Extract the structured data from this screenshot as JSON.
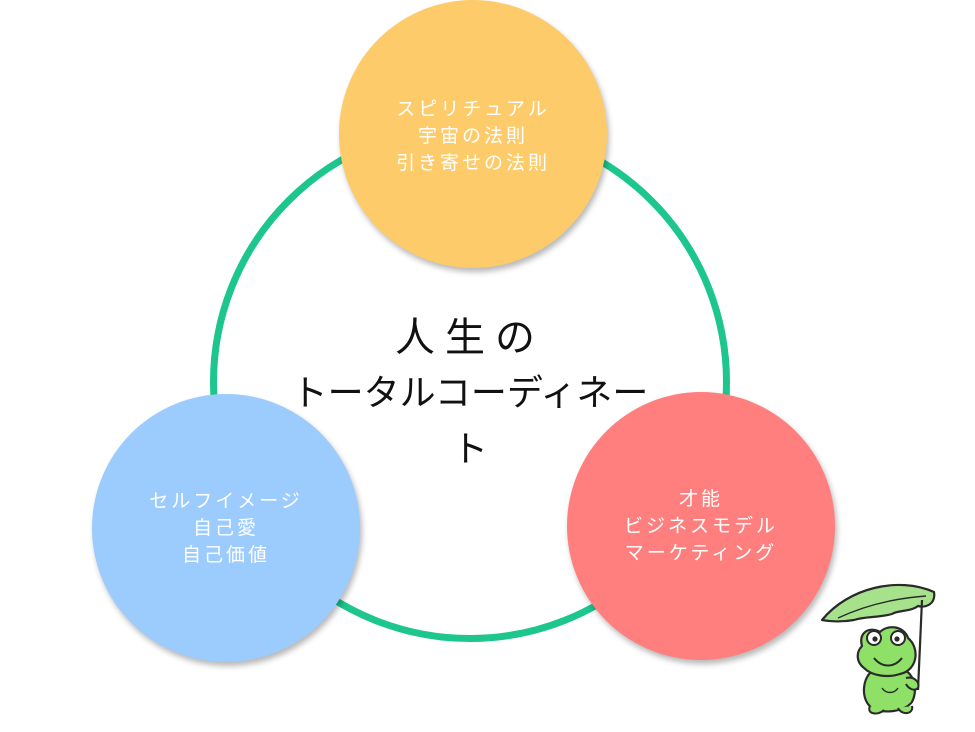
{
  "center": {
    "line1": "人生の",
    "line2": "トータルコーディネート"
  },
  "nodes": {
    "top": {
      "lines": [
        "スピリチュアル",
        "宇宙の法則",
        "引き寄せの法則"
      ]
    },
    "left": {
      "lines": [
        "セルフイメージ",
        "自己愛",
        "自己価値"
      ]
    },
    "right": {
      "lines": [
        "才能",
        "ビジネスモデル",
        "マーケティング"
      ]
    }
  },
  "colors": {
    "ring": "#1cc68d",
    "top_circle": "#fecb6b",
    "left_circle": "#9ccbfe",
    "right_circle": "#ff7f7f",
    "frog_green": "#8fe067",
    "leaf_green": "#a6e28b"
  },
  "icons": {
    "mascot": "frog-with-leaf-umbrella-icon"
  }
}
